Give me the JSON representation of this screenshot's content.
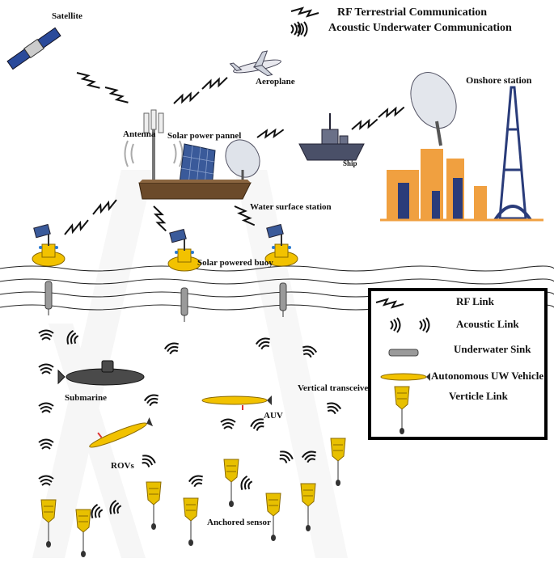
{
  "top_legend": {
    "rf": "RF Terrestrial Communication",
    "acoustic": "Acoustic Underwater Communication"
  },
  "labels": {
    "satellite": "Satellite",
    "aeroplane": "Aeroplane",
    "onshore": "Onshore station",
    "antenna": "Antenna",
    "solar_panel": "Solar power pannel",
    "ship": "Ship",
    "water_surface": "Water surface station",
    "buoy": "Solar powered buoy",
    "submarine": "Submarine",
    "auv": "AUV",
    "vertical_transceiver": "Vertical transceiver",
    "rovs": "ROVs",
    "anchored": "Anchored sensor"
  },
  "legend": {
    "rf_link": "RF Link",
    "acoustic_link": "Acoustic Link",
    "sink": "Underwater Sink",
    "auv": "Autonomous UW Vehicle",
    "vertical": "Verticle Link"
  },
  "colors": {
    "buoy_yellow": "#f2c200",
    "sensor_yellow": "#e8c000",
    "industry_orange": "#f0a040",
    "industry_blue": "#2a3c7a",
    "panel_blue": "#3a5a9a"
  }
}
